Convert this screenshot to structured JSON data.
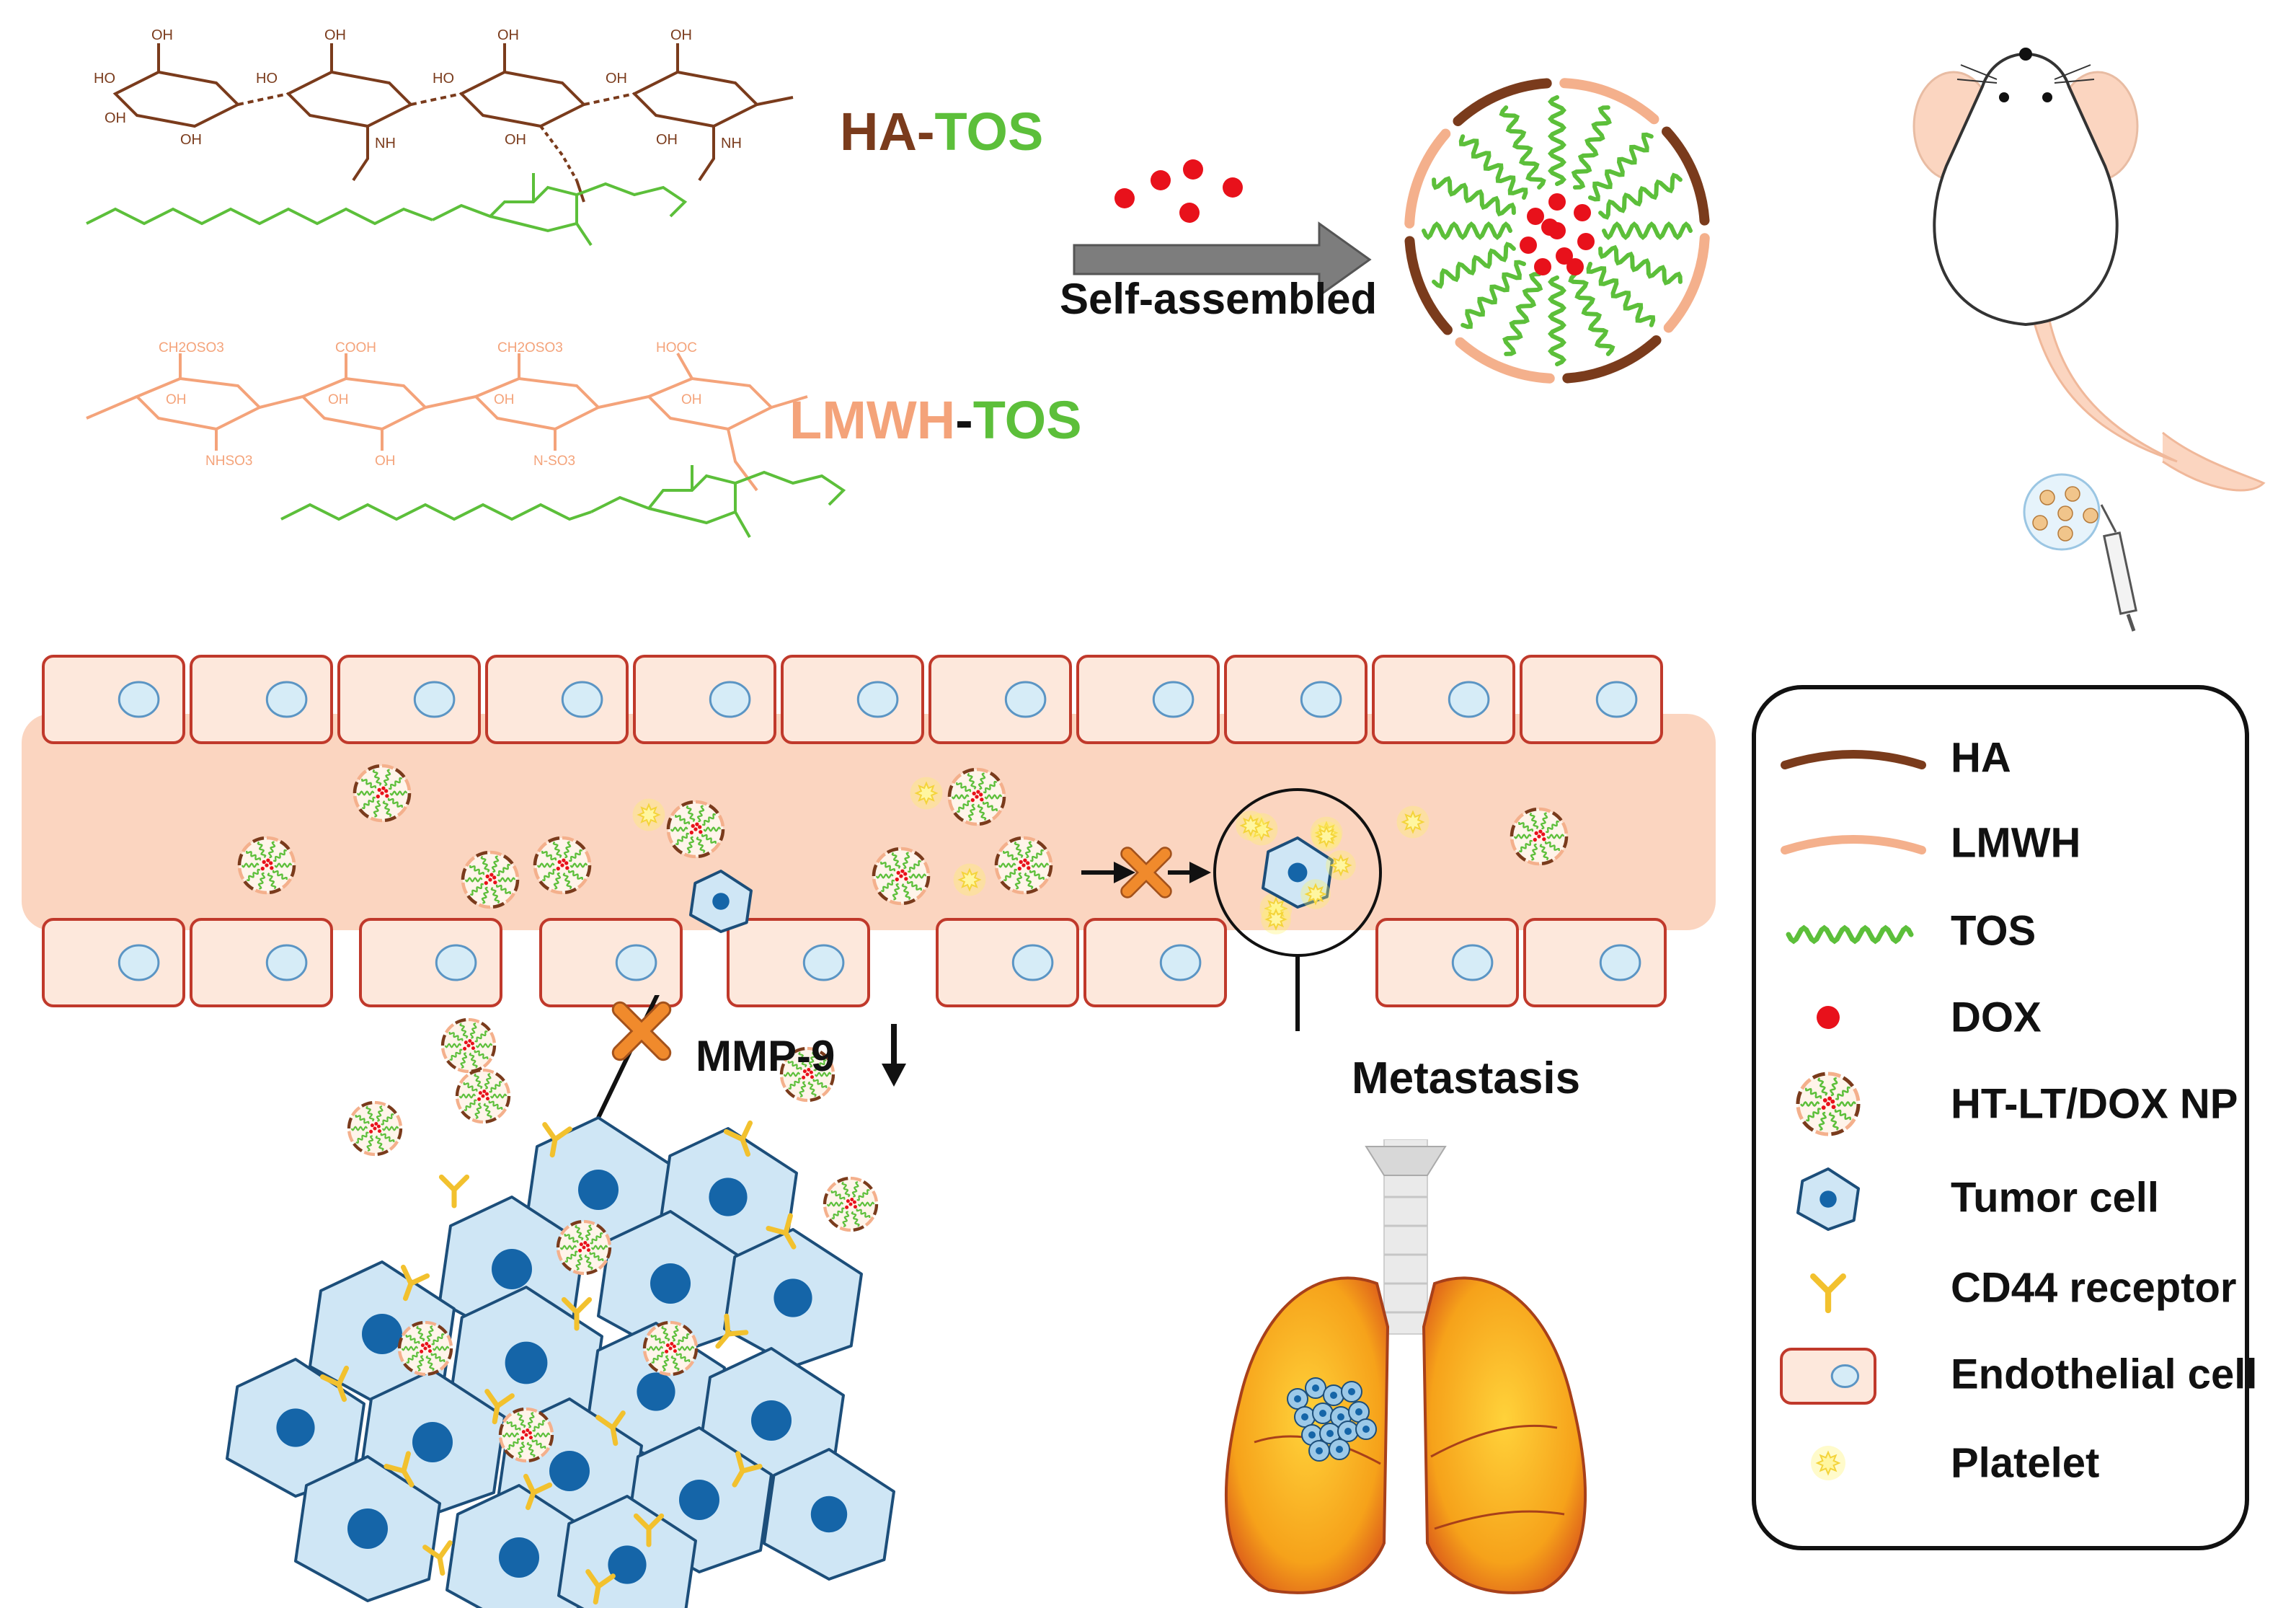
{
  "polymers": {
    "ha_tos": {
      "part1": "HA",
      "sep": "-",
      "part2": "TOS"
    },
    "lmwh_tos": {
      "part1": "LMWH",
      "sep": "-",
      "part2": "TOS"
    }
  },
  "arrow_label": "Self-assembled",
  "process_labels": {
    "mmp9": "MMP-9",
    "metastasis": "Metastasis"
  },
  "chem_labels": {
    "ha_groups": [
      "OH",
      "OH",
      "OH",
      "OH",
      "HO",
      "HO",
      "OH",
      "NH",
      "HO",
      "OH",
      "NH",
      "OH",
      "OH",
      "OH"
    ],
    "lmwh_groups": [
      "CH2OSO3",
      "COOH",
      "CH2OSO3",
      "HOOC",
      "OH",
      "OH",
      "OH",
      "NHSO3",
      "N-SO3",
      "OH",
      "OH"
    ]
  },
  "legend": [
    {
      "icon": "ha-line-icon",
      "label": "HA"
    },
    {
      "icon": "lmwh-line-icon",
      "label": "LMWH"
    },
    {
      "icon": "tos-wave-icon",
      "label": "TOS"
    },
    {
      "icon": "dox-dot-icon",
      "label": "DOX"
    },
    {
      "icon": "nanoparticle-icon",
      "label": "HT-LT/DOX NP"
    },
    {
      "icon": "tumor-cell-icon",
      "label": "Tumor cell"
    },
    {
      "icon": "cd44-receptor-icon",
      "label": "CD44 receptor"
    },
    {
      "icon": "endothelial-cell-icon",
      "label": "Endothelial cell"
    },
    {
      "icon": "platelet-icon",
      "label": "Platelet"
    }
  ],
  "colors": {
    "ha": "#7a3b1c",
    "lmwh": "#f4b08c",
    "tos": "#5cbf3a",
    "dox": "#e8111b",
    "vessel": "#fbd5c0",
    "endothelial_border": "#c0392b",
    "tumor_cell": "#cfe6f5",
    "tumor_nucleus": "#1565a8",
    "cd44": "#f2c12e",
    "platelet": "#fff36b",
    "block_x": "#f08a2c",
    "lung": "#f6a21a"
  }
}
